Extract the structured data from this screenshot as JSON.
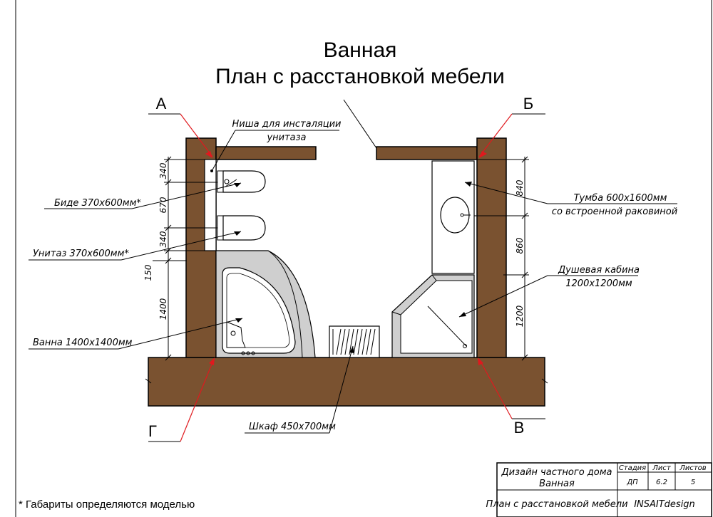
{
  "title": {
    "line1": "Ванная",
    "line2": "План с расстановкой мебели"
  },
  "section_marks": [
    "А",
    "Б",
    "В",
    "Г"
  ],
  "callouts": {
    "niche_line1": "Ниша для инсталяции",
    "niche_line2": "унитаза",
    "bidet": "Биде 370х600мм*",
    "toilet": "Унитаз 370х600мм*",
    "bath": "Ванна 1400х1400мм",
    "wardrobe": "Шкаф 450х700мм",
    "vanity_line1": "Тумба 600х1600мм",
    "vanity_line2": "со встроенной раковиной",
    "shower_line1": "Душевая кабина",
    "shower_line2": "1200х1200мм"
  },
  "dimensions": {
    "left": [
      "340",
      "670",
      "340",
      "150",
      "1400"
    ],
    "right": [
      "840",
      "860",
      "1200"
    ]
  },
  "note": "* Габариты определяются моделью",
  "title_block": {
    "project_line1": "Дизайн частного дома",
    "project_line2": "Ванная",
    "sheet_title": "План с расстановкой мебели",
    "stage_header": "Стадия",
    "sheet_header": "Лист",
    "sheets_header": "Листов",
    "stage_value": "ДП",
    "sheet_value": "6.2",
    "sheets_value": "5",
    "company": "INSAITdesign"
  },
  "colors": {
    "wall": "#7a5230",
    "fixture_fill": "#cfcfcf",
    "section_arrow": "#e0191e"
  }
}
